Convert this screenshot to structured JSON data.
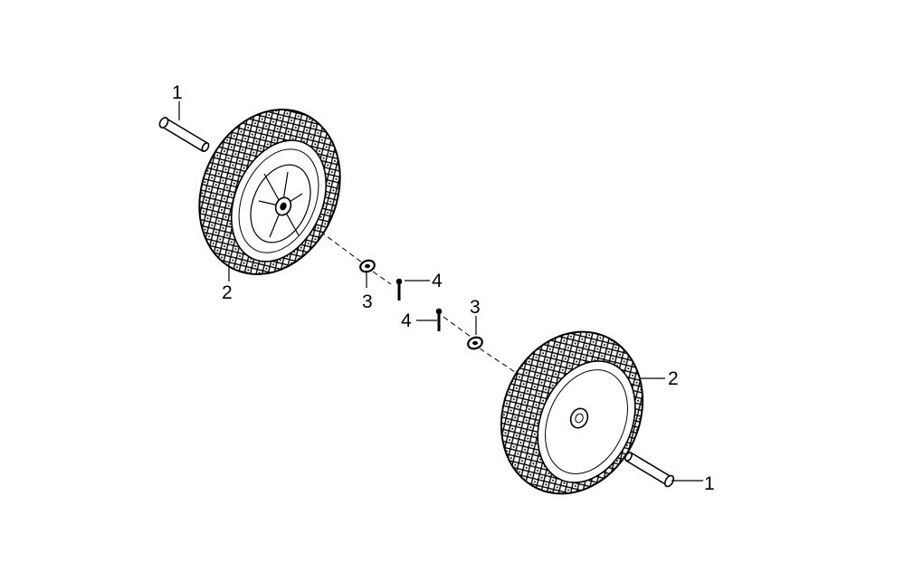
{
  "diagram": {
    "colors": {
      "ink": "#000000",
      "background": "#ffffff"
    },
    "parts": [
      {
        "id": "axle-bolt-left",
        "label": "1"
      },
      {
        "id": "wheel-left",
        "label": "2"
      },
      {
        "id": "washer-left",
        "label": "3"
      },
      {
        "id": "pin-left",
        "label": "4"
      },
      {
        "id": "pin-right",
        "label": "4"
      },
      {
        "id": "washer-right",
        "label": "3"
      },
      {
        "id": "wheel-right",
        "label": "2"
      },
      {
        "id": "axle-bolt-right",
        "label": "1"
      }
    ]
  }
}
